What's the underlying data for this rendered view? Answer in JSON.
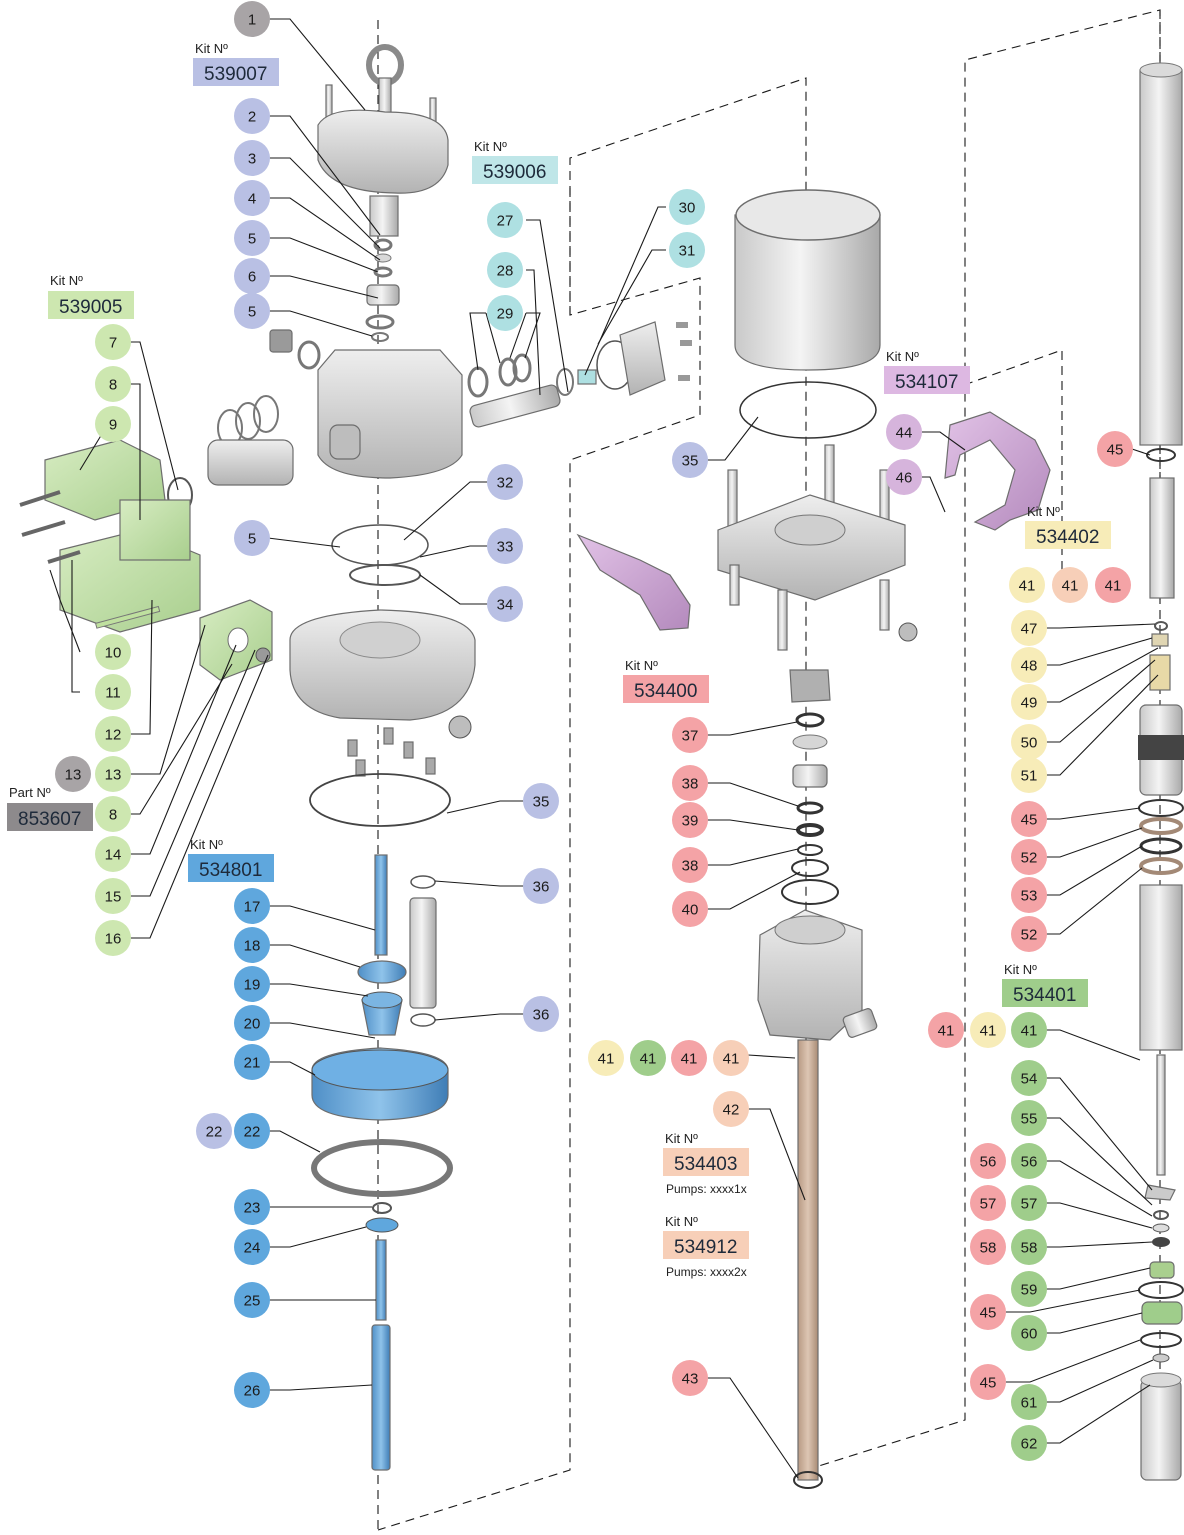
{
  "colors": {
    "gray": "#a8a4a6",
    "lavender": "#b9c0e4",
    "teal": "#aee0e2",
    "green_light": "#cde7b0",
    "blue": "#5fa7dd",
    "purple": "#d6b4dc",
    "red": "#f4a3a6",
    "yellow": "#f7ecb8",
    "peach": "#f7cfb8",
    "green_mid": "#9fcd8b"
  },
  "kits": [
    {
      "label": "Kit Nº",
      "number": "539007",
      "color": "#b9c0e4"
    },
    {
      "label": "Kit Nº",
      "number": "539006",
      "color": "#bfe6e8"
    },
    {
      "label": "Kit Nº",
      "number": "539005",
      "color": "#cde7b0"
    },
    {
      "label": "Part Nº",
      "number": "853607",
      "color": "#8d8a8c"
    },
    {
      "label": "Kit Nº",
      "number": "534801",
      "color": "#5fa7dd"
    },
    {
      "label": "Kit Nº",
      "number": "534107",
      "color": "#ddb8e2"
    },
    {
      "label": "Kit Nº",
      "number": "534402",
      "color": "#f7ecb8"
    },
    {
      "label": "Kit Nº",
      "number": "534400",
      "color": "#f4a3a6"
    },
    {
      "label": "Kit Nº",
      "number": "534401",
      "color": "#9fcd8b"
    },
    {
      "label": "Kit Nº",
      "number": "534403",
      "color": "#f7cfb8",
      "note": "Pumps: xxxx1x"
    },
    {
      "label": "Kit Nº",
      "number": "534912",
      "color": "#f7cfb8",
      "note": "Pumps: xxxx2x"
    }
  ],
  "callouts": [
    {
      "n": "1",
      "c": "gray"
    },
    {
      "n": "2",
      "c": "lavender"
    },
    {
      "n": "3",
      "c": "lavender"
    },
    {
      "n": "4",
      "c": "lavender"
    },
    {
      "n": "5",
      "c": "lavender"
    },
    {
      "n": "6",
      "c": "lavender"
    },
    {
      "n": "5",
      "c": "lavender"
    },
    {
      "n": "7",
      "c": "green_light"
    },
    {
      "n": "8",
      "c": "green_light"
    },
    {
      "n": "9",
      "c": "green_light"
    },
    {
      "n": "10",
      "c": "green_light"
    },
    {
      "n": "11",
      "c": "green_light"
    },
    {
      "n": "12",
      "c": "green_light"
    },
    {
      "n": "13",
      "c": "gray"
    },
    {
      "n": "13",
      "c": "green_light"
    },
    {
      "n": "8",
      "c": "green_light"
    },
    {
      "n": "14",
      "c": "green_light"
    },
    {
      "n": "15",
      "c": "green_light"
    },
    {
      "n": "16",
      "c": "green_light"
    },
    {
      "n": "5",
      "c": "lavender"
    },
    {
      "n": "32",
      "c": "lavender"
    },
    {
      "n": "33",
      "c": "lavender"
    },
    {
      "n": "34",
      "c": "lavender"
    },
    {
      "n": "27",
      "c": "teal"
    },
    {
      "n": "28",
      "c": "teal"
    },
    {
      "n": "29",
      "c": "teal"
    },
    {
      "n": "30",
      "c": "teal"
    },
    {
      "n": "31",
      "c": "teal"
    },
    {
      "n": "35",
      "c": "lavender"
    },
    {
      "n": "35",
      "c": "lavender"
    },
    {
      "n": "36",
      "c": "lavender"
    },
    {
      "n": "36",
      "c": "lavender"
    },
    {
      "n": "17",
      "c": "blue"
    },
    {
      "n": "18",
      "c": "blue"
    },
    {
      "n": "19",
      "c": "blue"
    },
    {
      "n": "20",
      "c": "blue"
    },
    {
      "n": "21",
      "c": "blue"
    },
    {
      "n": "22",
      "c": "lavender"
    },
    {
      "n": "22",
      "c": "blue"
    },
    {
      "n": "23",
      "c": "blue"
    },
    {
      "n": "24",
      "c": "blue"
    },
    {
      "n": "25",
      "c": "blue"
    },
    {
      "n": "26",
      "c": "blue"
    },
    {
      "n": "44",
      "c": "purple"
    },
    {
      "n": "46",
      "c": "purple"
    },
    {
      "n": "37",
      "c": "red"
    },
    {
      "n": "38",
      "c": "red"
    },
    {
      "n": "39",
      "c": "red"
    },
    {
      "n": "38",
      "c": "red"
    },
    {
      "n": "40",
      "c": "red"
    },
    {
      "n": "41",
      "c": "yellow"
    },
    {
      "n": "41",
      "c": "green_mid"
    },
    {
      "n": "41",
      "c": "red"
    },
    {
      "n": "41",
      "c": "peach"
    },
    {
      "n": "42",
      "c": "peach"
    },
    {
      "n": "43",
      "c": "red"
    },
    {
      "n": "45",
      "c": "red"
    },
    {
      "n": "41",
      "c": "yellow"
    },
    {
      "n": "41",
      "c": "peach"
    },
    {
      "n": "41",
      "c": "red"
    },
    {
      "n": "47",
      "c": "yellow"
    },
    {
      "n": "48",
      "c": "yellow"
    },
    {
      "n": "49",
      "c": "yellow"
    },
    {
      "n": "50",
      "c": "yellow"
    },
    {
      "n": "51",
      "c": "yellow"
    },
    {
      "n": "45",
      "c": "red"
    },
    {
      "n": "52",
      "c": "red"
    },
    {
      "n": "53",
      "c": "red"
    },
    {
      "n": "52",
      "c": "red"
    },
    {
      "n": "41",
      "c": "red"
    },
    {
      "n": "41",
      "c": "yellow"
    },
    {
      "n": "41",
      "c": "green_mid"
    },
    {
      "n": "54",
      "c": "green_mid"
    },
    {
      "n": "55",
      "c": "green_mid"
    },
    {
      "n": "56",
      "c": "red"
    },
    {
      "n": "56",
      "c": "green_mid"
    },
    {
      "n": "57",
      "c": "red"
    },
    {
      "n": "57",
      "c": "green_mid"
    },
    {
      "n": "58",
      "c": "red"
    },
    {
      "n": "58",
      "c": "green_mid"
    },
    {
      "n": "59",
      "c": "green_mid"
    },
    {
      "n": "45",
      "c": "red"
    },
    {
      "n": "60",
      "c": "green_mid"
    },
    {
      "n": "45",
      "c": "red"
    },
    {
      "n": "61",
      "c": "green_mid"
    },
    {
      "n": "62",
      "c": "green_mid"
    }
  ]
}
